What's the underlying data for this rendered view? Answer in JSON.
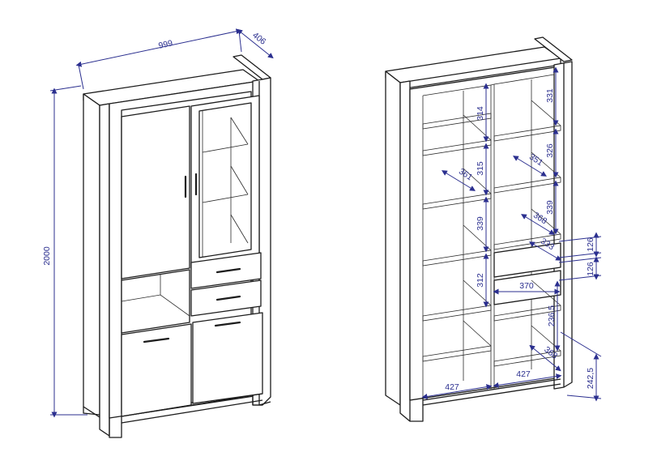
{
  "accent_color": "#2b2f8f",
  "line_color": "#1c1c1c",
  "left_view": {
    "width": "999",
    "depth": "406",
    "height": "2000"
  },
  "right_view": {
    "shelf_gap_1": "314",
    "shelf_gap_2": "315",
    "shelf_gap_3": "339",
    "shelf_gap_4": "312",
    "right_gap_1": "331",
    "right_gap_2": "326",
    "right_gap_3": "339",
    "shelf_depth_1": "361",
    "shelf_depth_2": "351",
    "shelf_depth_3": "368",
    "drawer_depth": "333",
    "drawer_width": "370",
    "drawer_height_1": "126",
    "drawer_height_2": "126",
    "lower_gap": "236,5",
    "bottom_depth": "368",
    "bottom_height": "242,5",
    "inner_width_left": "427",
    "inner_width_right": "427"
  }
}
